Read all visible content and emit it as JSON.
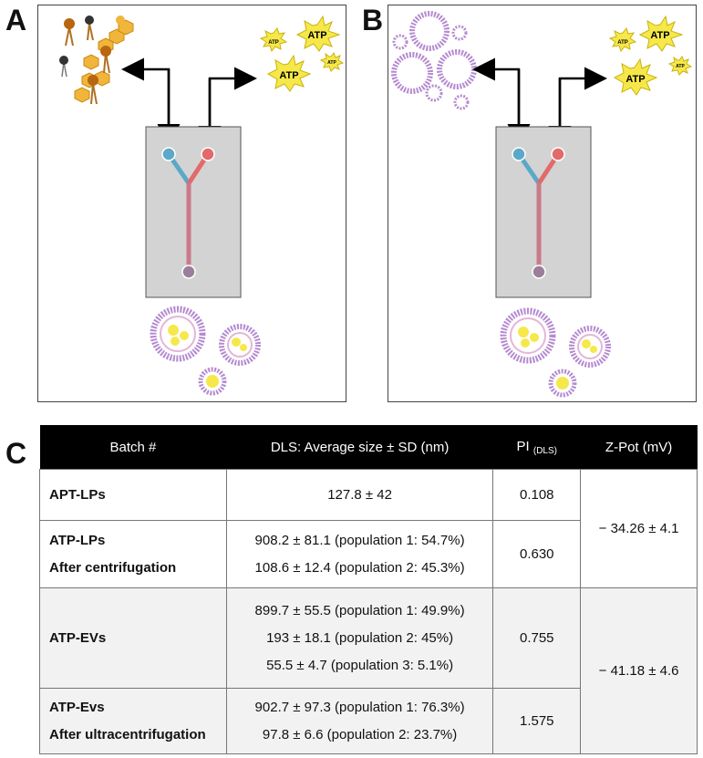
{
  "panels": {
    "a": "A",
    "b": "B",
    "c": "C"
  },
  "atp_label": "ATP",
  "colors": {
    "chip": "#d3d3d3",
    "inlet_left": "#5ba8c8",
    "inlet_right": "#e26a6a",
    "channel": "#c97a8a",
    "outlet": "#9a7f9a",
    "burst": "#f6e84a",
    "vesicle": "#b58ad0"
  },
  "table": {
    "headers": {
      "batch": "Batch #",
      "dls": "DLS: Average size ± SD (nm)",
      "pi": "PI",
      "pi_sub": "(DLS)",
      "zpot": "Z-Pot (mV)"
    },
    "rows": [
      {
        "name_lines": [
          "APT-LPs"
        ],
        "dls_lines": [
          "127.8 ± 42"
        ],
        "pi": "0.108"
      },
      {
        "name_lines": [
          "ATP-LPs",
          "After centrifugation"
        ],
        "dls_lines": [
          "908.2 ± 81.1 (population 1: 54.7%)",
          "108.6 ± 12.4 (population 2: 45.3%)"
        ],
        "pi": "0.630"
      },
      {
        "name_lines": [
          "ATP-EVs"
        ],
        "dls_lines": [
          "899.7 ± 55.5 (population 1: 49.9%)",
          "193 ± 18.1 (population 2: 45%)",
          "55.5 ± 4.7 (population 3: 5.1%)"
        ],
        "pi": "0.755"
      },
      {
        "name_lines": [
          "ATP-Evs",
          "After ultracentrifugation"
        ],
        "dls_lines": [
          "902.7 ± 97.3 (population 1: 76.3%)",
          "97.8 ± 6.6 (population 2: 23.7%)"
        ],
        "pi": "1.575"
      }
    ],
    "zpot": [
      "− 34.26 ± 4.1",
      "− 41.18 ± 4.6"
    ]
  }
}
